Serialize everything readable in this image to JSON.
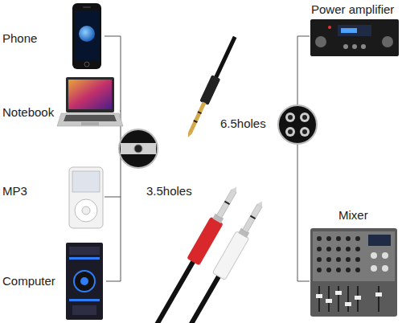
{
  "diagram": {
    "labels": [
      "Phone",
      "Notebook",
      "MP3",
      "Computer",
      "3.5holes",
      "6.5holes",
      "Power amplifier",
      "Mixer"
    ]
  }
}
